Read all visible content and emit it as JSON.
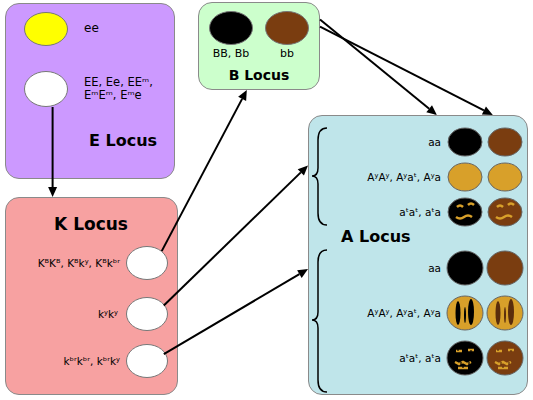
{
  "diagram": {
    "nodes": [
      {
        "text": [
          "E Locus"
        ]
      },
      {
        "text": [
          "ee"
        ],
        "in": 0
      },
      {
        "text": [
          "EE, Ee, EEᵐ, EᵐEᵐ, Eᵐe"
        ],
        "in": 0
      },
      {
        "text": [
          "B Locus"
        ]
      },
      {
        "text": [
          "BB, Bb"
        ],
        "in": 3
      },
      {
        "text": [
          "bb"
        ],
        "in": 3
      },
      {
        "text": [
          "K Locus"
        ]
      },
      {
        "text": [
          "KᴮKᴮ, Kᴮkʸ, Kᴮkᵇʳ"
        ],
        "in": 6
      },
      {
        "text": [
          "kʸkʸ"
        ],
        "in": 6
      },
      {
        "text": [
          "kᵇʳkᵇʳ, kᵇʳkʸ"
        ],
        "in": 6
      },
      {
        "text": [
          "aa",
          "AʸAʸ, Aʸaᵗ, Aʸa",
          "aᵗaᵗ, aᵗa",
          "A Locus",
          "aa",
          "AʸAʸ, Aʸaᵗ, Aʸa",
          "aᵗaᵗ, aᵗa"
        ]
      }
    ],
    "edges": [
      {
        "from": 2,
        "to": 6,
        "arrow": "to"
      },
      {
        "from": 7,
        "to": 3,
        "arrow": "to"
      },
      {
        "from": 8,
        "to": 10,
        "arrow": "to"
      },
      {
        "from": 9,
        "to": 10,
        "arrow": "to"
      },
      {
        "from": 3,
        "to": 10,
        "arrow": "to"
      },
      {
        "from": 3,
        "to": 10,
        "arrow": "to"
      }
    ]
  }
}
